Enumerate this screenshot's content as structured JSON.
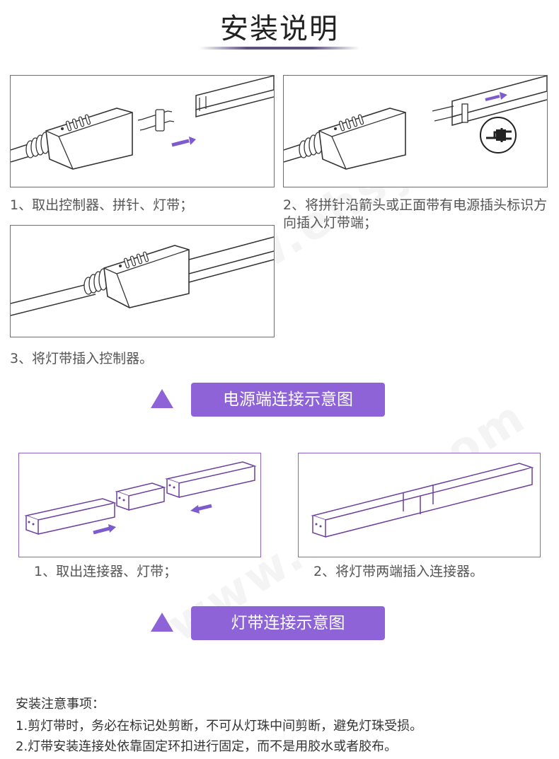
{
  "title": "安装说明",
  "section1": {
    "step1_caption": "1、取出控制器、拼针、灯带；",
    "step2_caption": "2、将拼针沿箭头或正面带有电源插头标识方向插入灯带端；",
    "step3_caption": "3、将灯带插入控制器。",
    "banner": "电源端连接示意图"
  },
  "section2": {
    "step1_caption": "1、取出连接器、灯带；",
    "step2_caption": "2、将灯带两端插入连接器。",
    "banner": "灯带连接示意图"
  },
  "notes": {
    "heading": "安装注意事项：",
    "items": [
      "1.剪灯带时，务必在标记处剪断，不可从灯珠中间剪断，避免灯珠受损。",
      "2.灯带安装连接处依靠固定环扣进行固定，而不是用胶水或者胶布。"
    ]
  },
  "watermark": "www.ehsy.com",
  "colors": {
    "accent": "#8e63d8",
    "line": "#333333",
    "purple_line": "#6b3fa0"
  }
}
